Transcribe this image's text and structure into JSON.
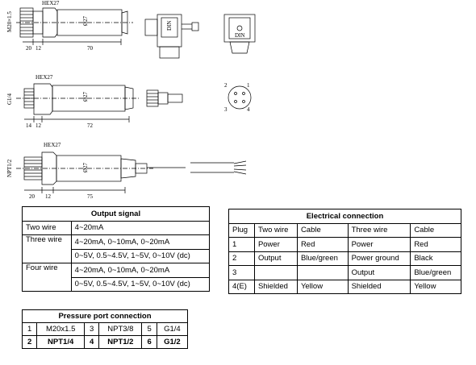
{
  "drawings": {
    "view1": {
      "hex": "HEX27",
      "thread": "M20×1.5",
      "dims": [
        "20",
        "12",
        "70"
      ],
      "dia": "Ø27"
    },
    "view2": {
      "hex": "HEX27",
      "thread": "G1/4",
      "dims": [
        "14",
        "12",
        "72"
      ],
      "dia": "Ø27"
    },
    "view3": {
      "hex": "HEX27",
      "thread": "NPT1/2",
      "dims": [
        "20",
        "12",
        "75"
      ],
      "dia": "Ø27"
    },
    "connector_labels": {
      "din_side": "DIN",
      "din_face": "DIN"
    },
    "pin_labels": [
      "1",
      "2",
      "3",
      "4"
    ]
  },
  "output_signal": {
    "title": "Output signal",
    "rows": [
      {
        "type": "Two wire",
        "values": [
          "4~20mA"
        ]
      },
      {
        "type": "Three wire",
        "values": [
          "4~20mA, 0~10mA, 0~20mA",
          "0~5V, 0.5~4.5V, 1~5V, 0~10V (dc)"
        ]
      },
      {
        "type": "Four wire",
        "values": [
          "4~20mA, 0~10mA, 0~20mA",
          "0~5V, 0.5~4.5V, 1~5V, 0~10V (dc)"
        ]
      }
    ]
  },
  "electrical_connection": {
    "title": "Electrical connection",
    "headers": [
      "Plug",
      "Two wire",
      "Cable",
      "Three wire",
      "Cable"
    ],
    "rows": [
      [
        "1",
        "Power",
        "Red",
        "Power",
        "Red"
      ],
      [
        "2",
        "Output",
        "Blue/green",
        "Power ground",
        "Black"
      ],
      [
        "3",
        "",
        "",
        "Output",
        "Blue/green"
      ],
      [
        "4(E)",
        "Shielded",
        "Yellow",
        "Shielded",
        "Yellow"
      ]
    ]
  },
  "pressure_port": {
    "title": "Pressure port connection",
    "rows": [
      [
        "1",
        "M20x1.5",
        "3",
        "NPT3/8",
        "5",
        "G1/4"
      ],
      [
        "2",
        "NPT1/4",
        "4",
        "NPT1/2",
        "6",
        "G1/2"
      ]
    ]
  }
}
